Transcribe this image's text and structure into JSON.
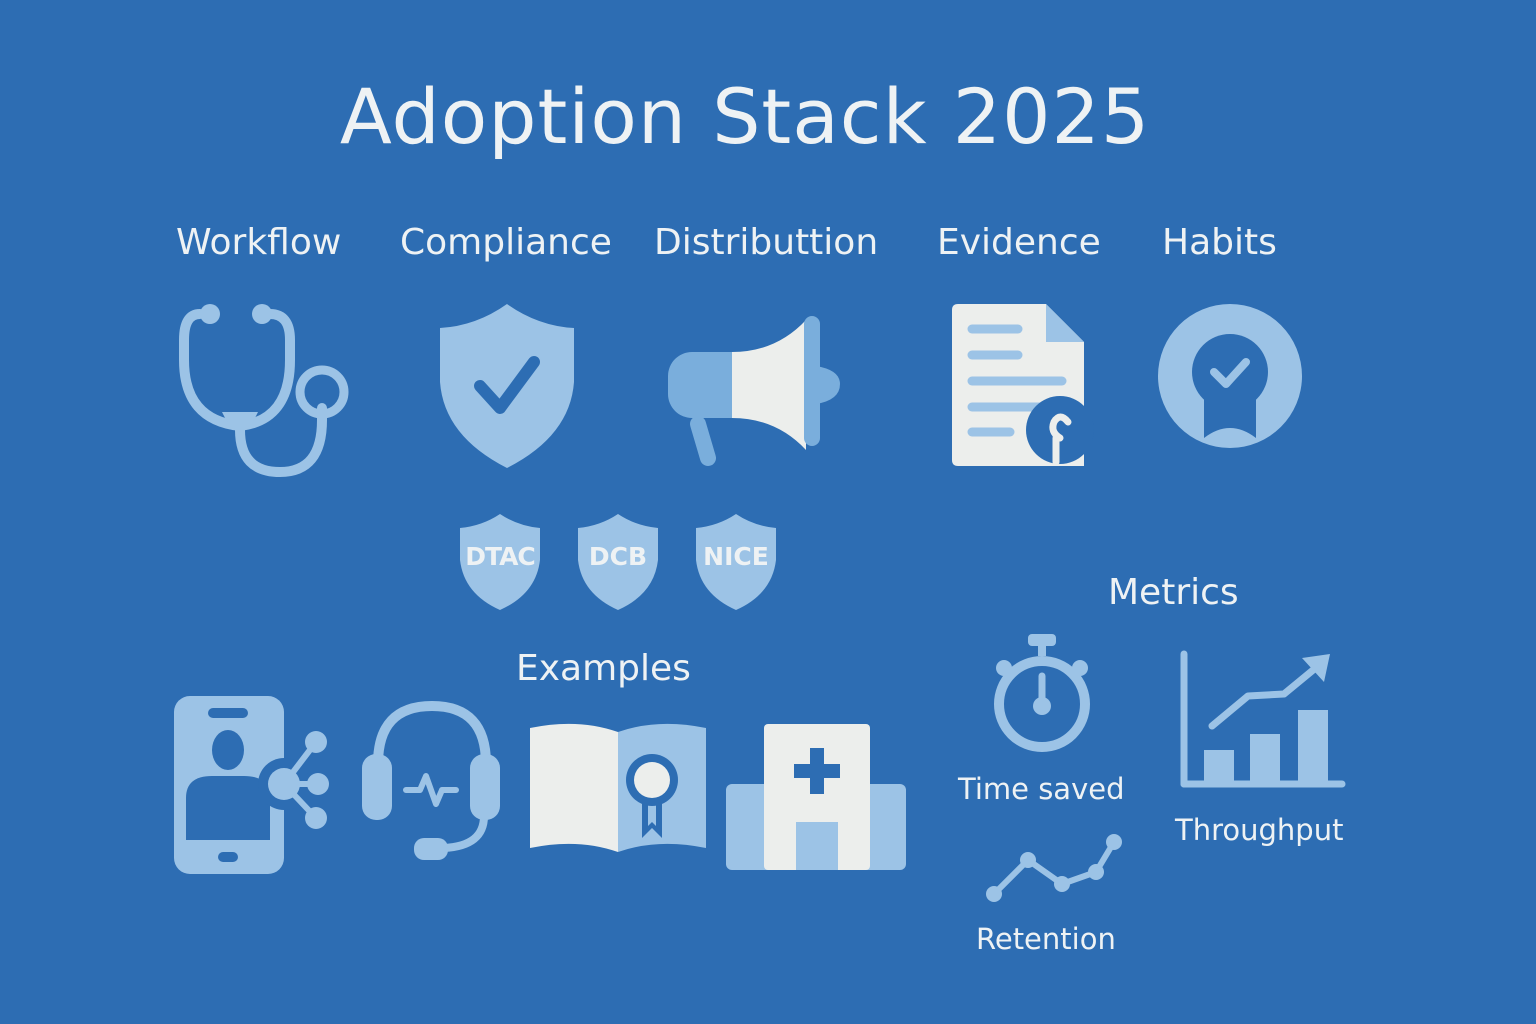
{
  "title": "Adoption Stack 2025",
  "colors": {
    "background": "#2d6db3",
    "icon_light": "#9cc3e6",
    "icon_mid": "#7aaedc",
    "icon_white": "#eceeec",
    "text": "#eef2f4"
  },
  "categories": [
    {
      "label": "Workflow",
      "icon": "stethoscope-icon"
    },
    {
      "label": "Compliance",
      "icon": "shield-check-icon"
    },
    {
      "label": "Distributtion",
      "icon": "megaphone-icon"
    },
    {
      "label": "Evidence",
      "icon": "document-search-icon"
    },
    {
      "label": "Habits",
      "icon": "badge-check-icon"
    }
  ],
  "compliance_badges": [
    "DTAC",
    "DCB",
    "NICE"
  ],
  "examples": {
    "label": "Examples",
    "items": [
      {
        "icon": "phone-share-icon"
      },
      {
        "icon": "headset-pulse-icon"
      },
      {
        "icon": "book-award-icon"
      },
      {
        "icon": "hospital-icon"
      }
    ]
  },
  "metrics": {
    "label": "Metrics",
    "items": [
      {
        "label": "Time saved",
        "icon": "stopwatch-icon"
      },
      {
        "label": "Throughput",
        "icon": "bar-chart-trend-icon"
      },
      {
        "label": "Retention",
        "icon": "line-chart-icon"
      }
    ]
  }
}
